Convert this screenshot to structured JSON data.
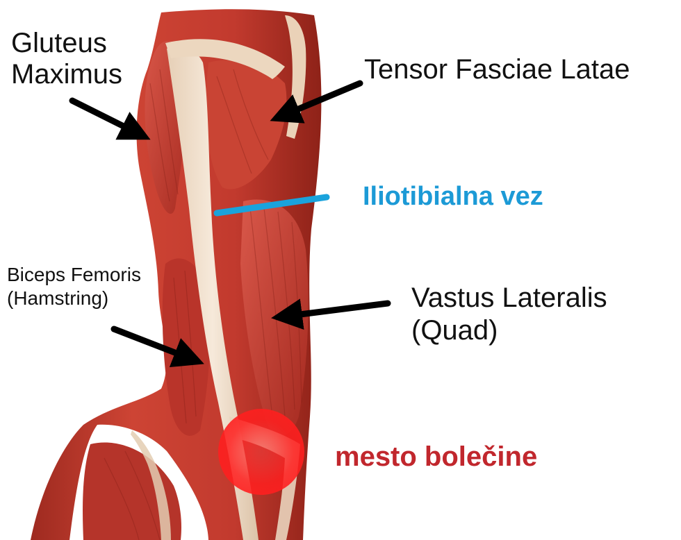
{
  "labels": {
    "gluteus": [
      "Gluteus",
      "Maximus"
    ],
    "tensor": "Tensor Fasciae Latae",
    "itb": "Iliotibialna vez",
    "biceps": [
      "Biceps Femoris",
      "(Hamstring)"
    ],
    "vastus": [
      "Vastus Lateralis",
      "(Quad)"
    ],
    "pain": "mesto bolečine"
  },
  "colors": {
    "muscle": "#c23a2e",
    "muscle_dark": "#8e2218",
    "muscle_light": "#dd5a46",
    "tendon": "#efdcc6",
    "itb_line": "#1aa3dc",
    "itb_text": "#1c9ad6",
    "pain_text": "#c1272d",
    "pain_glow": "#ff2a2a",
    "arrow": "#000000"
  }
}
